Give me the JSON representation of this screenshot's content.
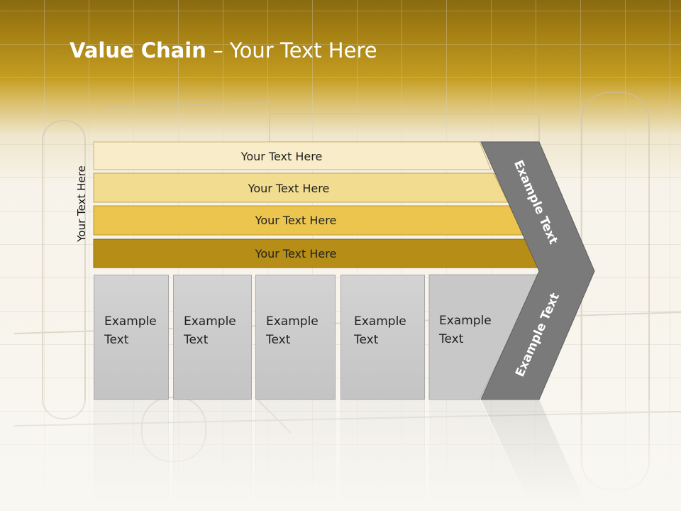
{
  "title": {
    "bold": "Value Chain",
    "rest": " – Your Text Here"
  },
  "side_label": "Your Text Here",
  "bars": [
    {
      "label": "Your Text Here",
      "color": "#f8edc8"
    },
    {
      "label": "Your Text Here",
      "color": "#f1dc8f"
    },
    {
      "label": "Your Text Here",
      "color": "#ecc54f"
    },
    {
      "label": "Your Text Here",
      "color": "#b68d17"
    }
  ],
  "boxes": [
    {
      "line1": "Example",
      "line2": "Text"
    },
    {
      "line1": "Example",
      "line2": "Text"
    },
    {
      "line1": "Example",
      "line2": "Text"
    },
    {
      "line1": "Example",
      "line2": "Text"
    },
    {
      "line1": "Example",
      "line2": "Text"
    }
  ],
  "chevron": {
    "upper_text": "Example Text",
    "lower_text": "Example Text",
    "color": "#7a7a7a"
  }
}
